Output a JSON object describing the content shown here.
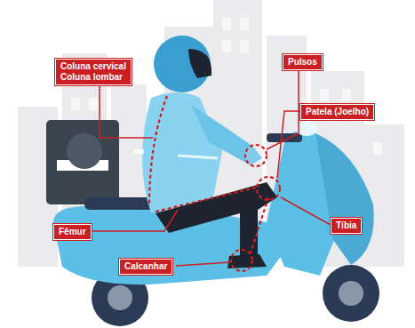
{
  "diagram": {
    "nodes": [
      {
        "text": [
          "Coluna cervical",
          "Coluna lombar"
        ]
      },
      {
        "text": [
          "Pulsos"
        ]
      },
      {
        "text": [
          "Patela (Joelho)"
        ]
      },
      {
        "text": [
          "Fêmur"
        ]
      },
      {
        "text": [
          "Tíbia"
        ]
      },
      {
        "text": [
          "Calcanhar"
        ]
      }
    ]
  }
}
